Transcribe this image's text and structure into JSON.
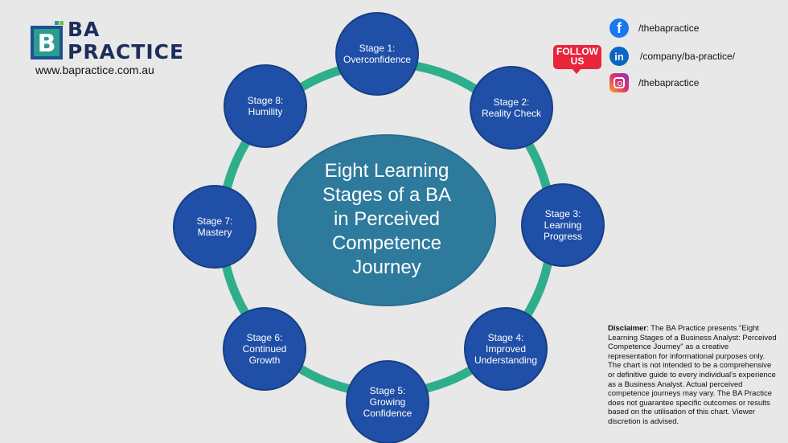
{
  "brand": {
    "name_line1": "BA",
    "name_line2": "PRACTICE",
    "website": "www.bapractice.com.au"
  },
  "social": {
    "follow_line1": "FOLLOW",
    "follow_line2": "US",
    "facebook": "/thebapractice",
    "linkedin": "/company/ba-practice/",
    "instagram": "/thebapractice",
    "facebook_icon_glyph": "f",
    "linkedin_icon_glyph": "in"
  },
  "diagram": {
    "center_title": [
      "Eight Learning",
      "Stages of a BA",
      "in Perceived",
      "Competence",
      "Journey"
    ],
    "stages": [
      {
        "label": "Stage 1:",
        "name": "Overconfidence"
      },
      {
        "label": "Stage 2:",
        "name": "Reality Check"
      },
      {
        "label": "Stage 3:",
        "name": "Learning Progress"
      },
      {
        "label": "Stage 4:",
        "name": "Improved Understanding"
      },
      {
        "label": "Stage 5:",
        "name": "Growing Confidence"
      },
      {
        "label": "Stage 6:",
        "name": "Continued Growth"
      },
      {
        "label": "Stage 7:",
        "name": "Mastery"
      },
      {
        "label": "Stage 8:",
        "name": "Humility"
      }
    ],
    "colors": {
      "ring": "#2fae8c",
      "node": "#1f4fa6",
      "center": "#2e7a9c"
    }
  },
  "disclaimer": {
    "label": "Disclaimer",
    "text": ": The BA Practice presents \"Eight Learning Stages of a Business Analyst: Perceived Competence Journey\" as a creative representation for informational purposes only. The chart is not intended to be a comprehensive or definitive guide to every individual's experience as a Business Analyst. Actual perceived competence journeys may vary. The BA Practice does not guarantee specific outcomes or results based on the utilisation of this chart. Viewer discretion is advised."
  }
}
